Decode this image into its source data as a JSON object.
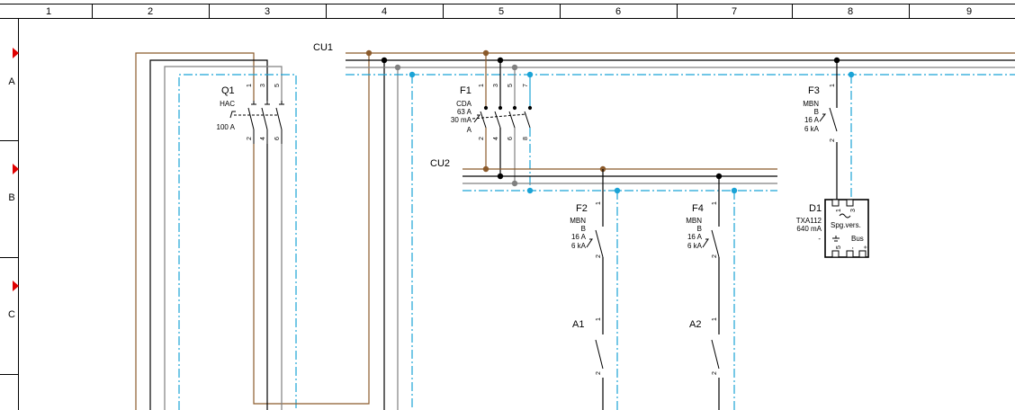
{
  "frame": {
    "columns": [
      "1",
      "2",
      "3",
      "4",
      "5",
      "6",
      "7",
      "8",
      "9"
    ],
    "rows": [
      "A",
      "B",
      "C"
    ]
  },
  "colors": {
    "L1": "#8b5a2b",
    "L2": "#000000",
    "L3": "#808080",
    "N": "#1aa3d6",
    "PE": "#000000",
    "marker": "#e00000",
    "grid": "#000000"
  },
  "busbars": {
    "cu1": "CU1",
    "cu2": "CU2"
  },
  "devices": {
    "q1": {
      "tag": "Q1",
      "type": "HAC",
      "rating": "100 A",
      "terminals": [
        "1",
        "3",
        "5",
        "2",
        "4",
        "6"
      ]
    },
    "f1": {
      "tag": "F1",
      "type": "CDA",
      "rating": "63 A",
      "sensitivity": "30 mA",
      "cls": "A",
      "terminals": [
        "1",
        "3",
        "5",
        "7",
        "2",
        "4",
        "6",
        "8"
      ]
    },
    "f2": {
      "tag": "F2",
      "type": "MBN",
      "char": "B",
      "rating": "16 A",
      "breaking": "6 kA",
      "terminals": [
        "1",
        "2"
      ]
    },
    "f3": {
      "tag": "F3",
      "type": "MBN",
      "char": "B",
      "rating": "16 A",
      "breaking": "6 kA",
      "terminals": [
        "1",
        "2"
      ]
    },
    "f4": {
      "tag": "F4",
      "type": "MBN",
      "char": "B",
      "rating": "16 A",
      "breaking": "6 kA",
      "terminals": [
        "1",
        "2"
      ]
    },
    "d1": {
      "tag": "D1",
      "type": "TXA112",
      "rating": "640 mA",
      "text": "Spg.vers.",
      "bus": "Bus",
      "terminals": [
        "1",
        "3",
        "5",
        "-",
        "+"
      ],
      "minus": "-"
    },
    "a1": {
      "tag": "A1",
      "terminals": [
        "1",
        "2"
      ]
    },
    "a2": {
      "tag": "A2",
      "terminals": [
        "1",
        "2"
      ]
    }
  }
}
